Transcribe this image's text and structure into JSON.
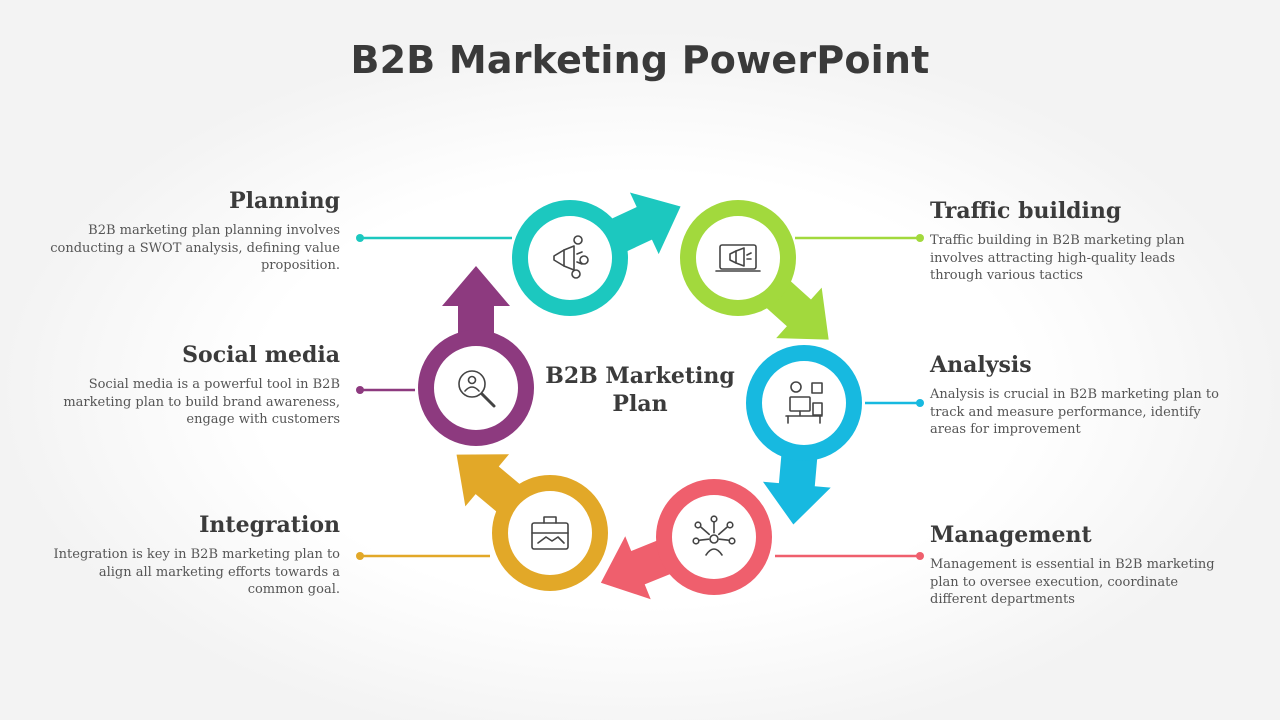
{
  "title": "B2B Marketing PowerPoint",
  "center_label": "B2B Marketing Plan",
  "colors": {
    "planning": "#1cc8bf",
    "traffic": "#a2d93d",
    "analysis": "#17b9e0",
    "management": "#ef5f6d",
    "integration": "#e2a828",
    "social": "#8d3a7f"
  },
  "steps": [
    {
      "key": "planning",
      "heading": "Planning",
      "text": "B2B marketing plan planning involves conducting a SWOT analysis, defining value proposition.",
      "icon": "megaphone-social-icon"
    },
    {
      "key": "traffic",
      "heading": "Traffic building",
      "text": "Traffic building in B2B marketing plan involves attracting high-quality leads through various tactics",
      "icon": "laptop-megaphone-icon"
    },
    {
      "key": "analysis",
      "heading": "Analysis",
      "text": "Analysis is crucial in B2B marketing plan to track and measure performance, identify areas for improvement",
      "icon": "desk-computer-icon"
    },
    {
      "key": "management",
      "heading": "Management",
      "text": "Management is essential in B2B marketing plan to oversee execution, coordinate different departments",
      "icon": "network-person-icon"
    },
    {
      "key": "integration",
      "heading": "Integration",
      "text": "Integration is key in B2B marketing plan to align all marketing efforts towards a common goal.",
      "icon": "briefcase-handshake-icon"
    },
    {
      "key": "social",
      "heading": "Social media",
      "text": "Social media is a powerful tool in B2B marketing plan to build brand awareness, engage with customers",
      "icon": "search-person-icon"
    }
  ]
}
